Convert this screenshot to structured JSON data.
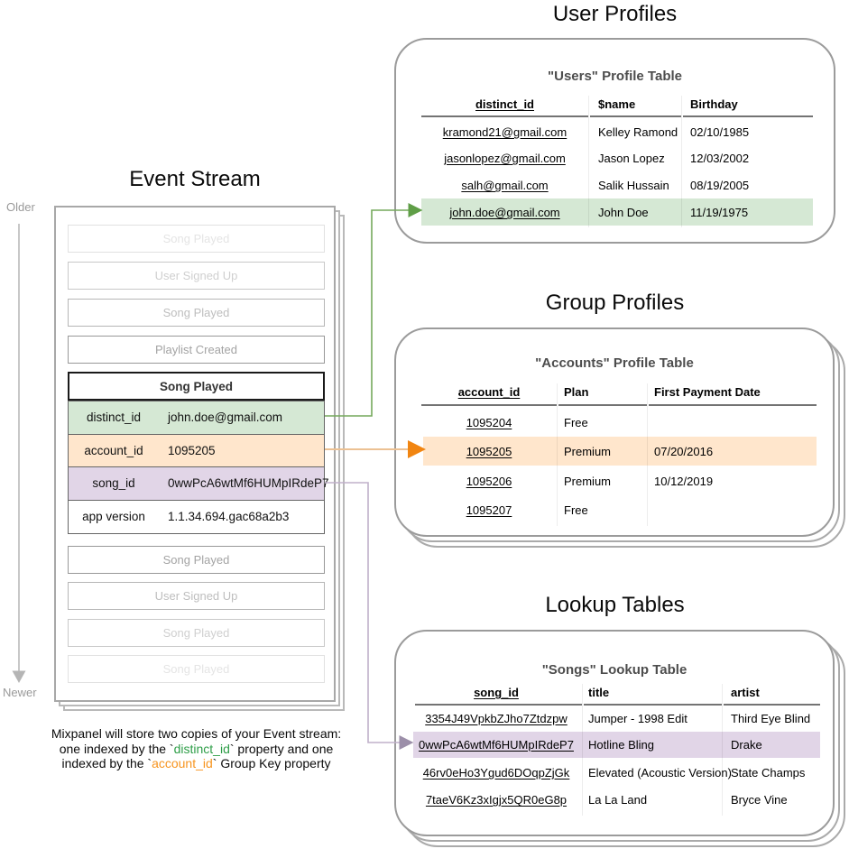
{
  "headings": {
    "user_profiles": "User Profiles",
    "event_stream": "Event Stream",
    "group_profiles": "Group Profiles",
    "lookup_tables": "Lookup Tables"
  },
  "timeline": {
    "older_label": "Older",
    "newer_label": "Newer"
  },
  "event_stream": {
    "events_before": [
      "Song Played",
      "User Signed Up",
      "Song Played",
      "Playlist Created"
    ],
    "expanded_event": {
      "name": "Song Played",
      "properties": [
        {
          "key": "distinct_id",
          "value": "john.doe@gmail.com",
          "highlight": "green"
        },
        {
          "key": "account_id",
          "value": "1095205",
          "highlight": "orange"
        },
        {
          "key": "song_id",
          "value": "0wwPcA6wtMf6HUMpIRdeP7",
          "highlight": "purple"
        },
        {
          "key": "app version",
          "value": "1.1.34.694.gac68a2b3",
          "highlight": "none"
        }
      ]
    },
    "events_after": [
      "Song Played",
      "User Signed Up",
      "Song Played",
      "Song Played"
    ]
  },
  "caption": {
    "line1": "Mixpanel will store two copies of your Event stream:",
    "line2_pre": "one indexed by the `",
    "line2_key": "distinct_id",
    "line2_post": "` property and one",
    "line3_pre": "indexed by the `",
    "line3_key": "account_id",
    "line3_post": "` Group Key property"
  },
  "users_table": {
    "title": "\"Users\" Profile Table",
    "columns": [
      "distinct_id",
      "$name",
      "Birthday"
    ],
    "rows": [
      [
        "kramond21@gmail.com",
        "Kelley Ramond",
        "02/10/1985"
      ],
      [
        "jasonlopez@gmail.com",
        "Jason Lopez",
        "12/03/2002"
      ],
      [
        "salh@gmail.com",
        "Salik Hussain",
        "08/19/2005"
      ],
      [
        "john.doe@gmail.com",
        "John Doe",
        "11/19/1975"
      ]
    ],
    "highlighted_row_index": 3
  },
  "accounts_table": {
    "title": "\"Accounts\" Profile Table",
    "columns": [
      "account_id",
      "Plan",
      "First Payment Date"
    ],
    "rows": [
      [
        "1095204",
        "Free",
        ""
      ],
      [
        "1095205",
        "Premium",
        "07/20/2016"
      ],
      [
        "1095206",
        "Premium",
        "10/12/2019"
      ],
      [
        "1095207",
        "Free",
        ""
      ]
    ],
    "highlighted_row_index": 1
  },
  "songs_table": {
    "title": "\"Songs\" Lookup Table",
    "columns": [
      "song_id",
      "title",
      "artist"
    ],
    "rows": [
      [
        "3354J49VpkbZJho7Ztdzpw",
        "Jumper - 1998 Edit",
        "Third Eye Blind"
      ],
      [
        "0wwPcA6wtMf6HUMpIRdeP7",
        "Hotline Bling",
        "Drake"
      ],
      [
        "46rv0eHo3Ygud6DOqpZjGk",
        "Elevated (Acoustic Version)",
        "State Champs"
      ],
      [
        "7taeV6Kz3xIgjx5QR0eG8p",
        "La La Land",
        "Bryce Vine"
      ]
    ],
    "highlighted_row_index": 1
  },
  "colors": {
    "green_highlight": "#d5e8d4",
    "orange_highlight": "#ffe6cc",
    "purple_highlight": "#e1d5e7",
    "green_arrow": "#75a95c",
    "orange_arrow_line": "#ecc193",
    "orange_arrow_head": "#f18511",
    "purple_arrow_line": "#c0b0ca",
    "purple_arrow_head": "#9c8fa9",
    "caption_green": "#2e9e48",
    "caption_orange": "#f7941e"
  }
}
